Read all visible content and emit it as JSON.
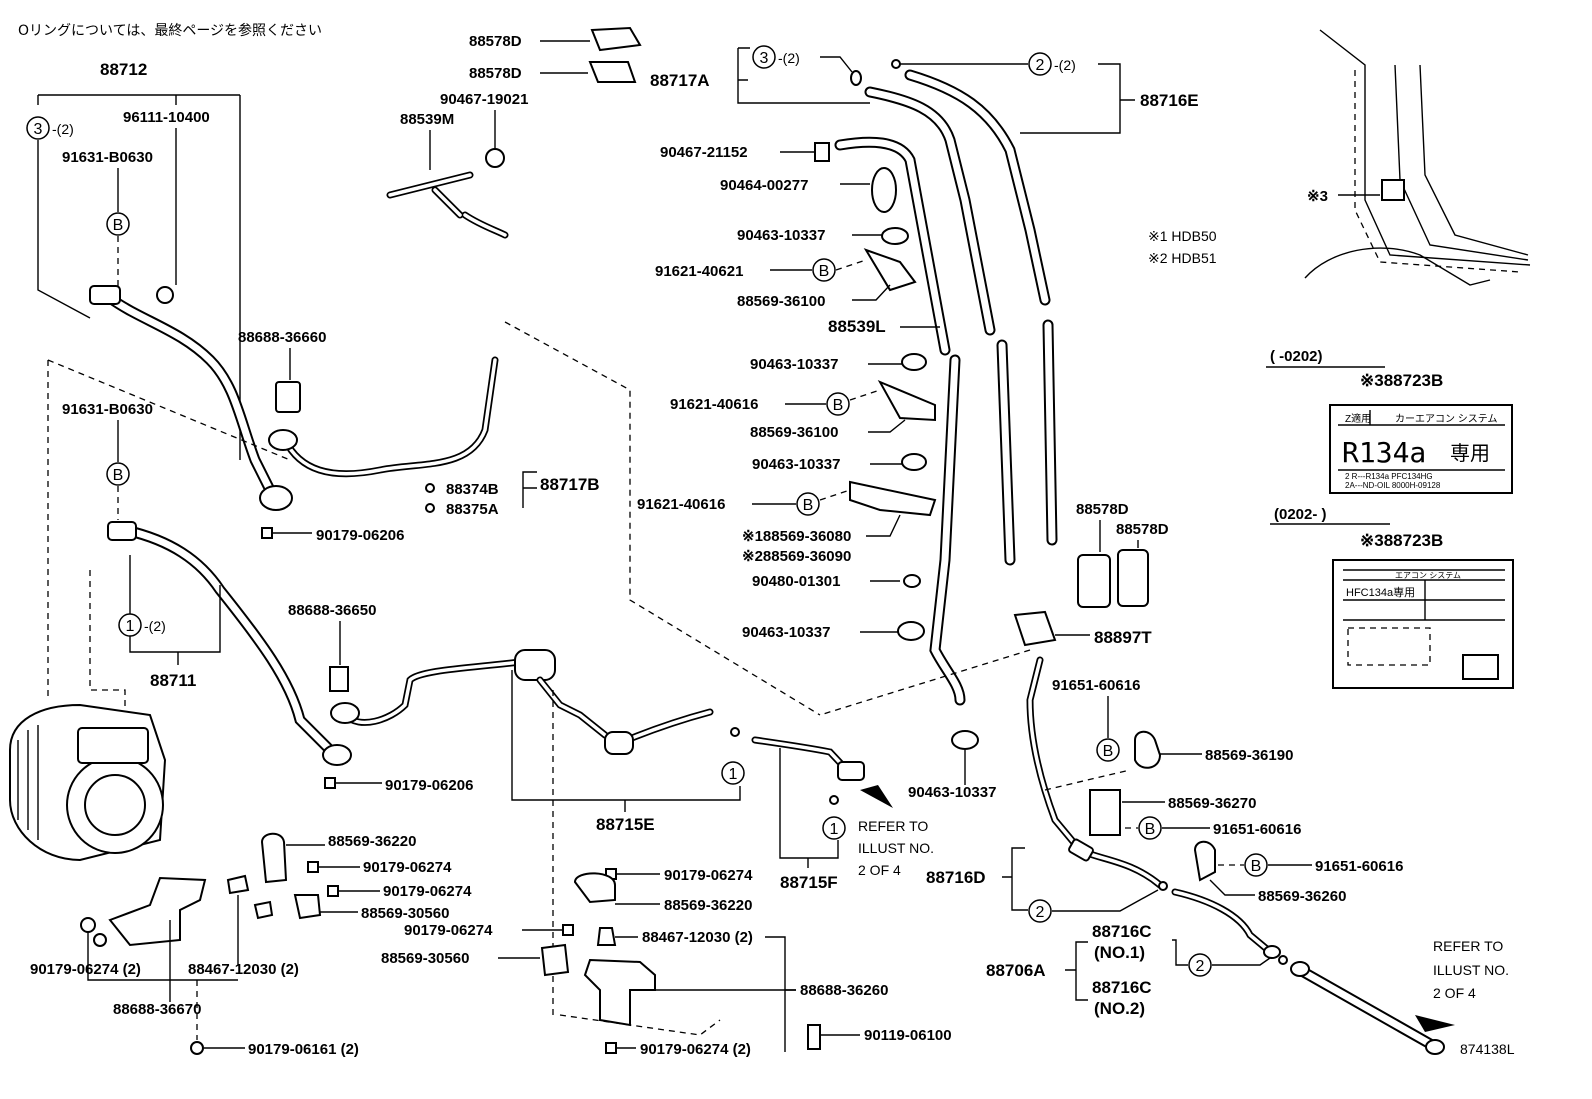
{
  "note_jp": "Oリングについては、最終ページを参照ください",
  "legend": {
    "m1": "※1 HDB50",
    "m2": "※2 HDB51"
  },
  "diagram_code": "874138L",
  "refer": {
    "a": [
      "REFER TO",
      "ILLUST NO.",
      "2 OF 4"
    ],
    "b": [
      "REFER TO",
      "ILLUST NO.",
      "2 OF 4"
    ]
  },
  "callouts": {
    "c1": "1",
    "c2": "2",
    "c3": "3",
    "cb": "B",
    "qty2": "-(2)"
  },
  "labels_panel": {
    "date1": "(        -0202)",
    "date2": "(0202-        )",
    "part1": "※388723B",
    "part2": "※388723B",
    "m3": "※3",
    "p1_head_l": "Z適用",
    "p1_head_r": "カーエアコン システム",
    "p1_main": "R134a",
    "p1_main_jp": "専用",
    "p1_foot1": "2 R---R134a PFC134HG",
    "p1_foot2": "2A---ND-OIL 8000H-09128",
    "p2_head": "エアコン システム",
    "p2_main": "HFC134a専用"
  },
  "parts": {
    "p88712": "88712",
    "p96111": "96111-10400",
    "p91631a": "91631-B0630",
    "p91631b": "91631-B0630",
    "p88711": "88711",
    "p88578D_a": "88578D",
    "p88578D_b": "88578D",
    "p90467_19021": "90467-19021",
    "p88539M": "88539M",
    "p88688_36660": "88688-36660",
    "p88374B": "88374B",
    "p88375A": "88375A",
    "p88717B": "88717B",
    "p90179_06206a": "90179-06206",
    "p90179_06206b": "90179-06206",
    "p88688_36650": "88688-36650",
    "p88715E": "88715E",
    "p88715F": "88715F",
    "p88717A": "88717A",
    "p88716E": "88716E",
    "p90467_21152": "90467-21152",
    "p90464_00277": "90464-00277",
    "p90463_10337a": "90463-10337",
    "p91621_40621": "91621-40621",
    "p88569_36100a": "88569-36100",
    "p88539L": "88539L",
    "p90463_10337b": "90463-10337",
    "p91621_40616a": "91621-40616",
    "p88569_36100b": "88569-36100",
    "p90463_10337c": "90463-10337",
    "p91621_40616b": "91621-40616",
    "p88569_36080": "※188569-36080",
    "p88569_36090": "※288569-36090",
    "p90480_01301": "90480-01301",
    "p90463_10337d": "90463-10337",
    "p90463_10337e": "90463-10337",
    "p88578D_c": "88578D",
    "p88578D_d": "88578D",
    "p88897T": "88897T",
    "p91651_60616a": "91651-60616",
    "p88569_36190": "88569-36190",
    "p88569_36270": "88569-36270",
    "p91651_60616b": "91651-60616",
    "p91651_60616c": "91651-60616",
    "p88569_36260": "88569-36260",
    "p88716D": "88716D",
    "p88716C_1": "88716C",
    "p88716C_1n": "(NO.1)",
    "p88716C_2": "88716C",
    "p88716C_2n": "(NO.2)",
    "p88706A": "88706A",
    "p88569_36220a": "88569-36220",
    "p90179_06274a": "90179-06274",
    "p90179_06274b": "90179-06274",
    "p88569_30560a": "88569-30560",
    "p90179_06274c": "90179-06274 (2)",
    "p88467_12030a": "88467-12030 (2)",
    "p88688_36670": "88688-36670",
    "p90179_06161": "90179-06161 (2)",
    "p90179_06274d": "90179-06274",
    "p88569_36220b": "88569-36220",
    "p90179_06274e": "90179-06274",
    "p88467_12030b": "88467-12030 (2)",
    "p88569_30560b": "88569-30560",
    "p88688_36260": "88688-36260",
    "p90179_06274f": "90179-06274 (2)",
    "p90119_06100": "90119-06100"
  }
}
